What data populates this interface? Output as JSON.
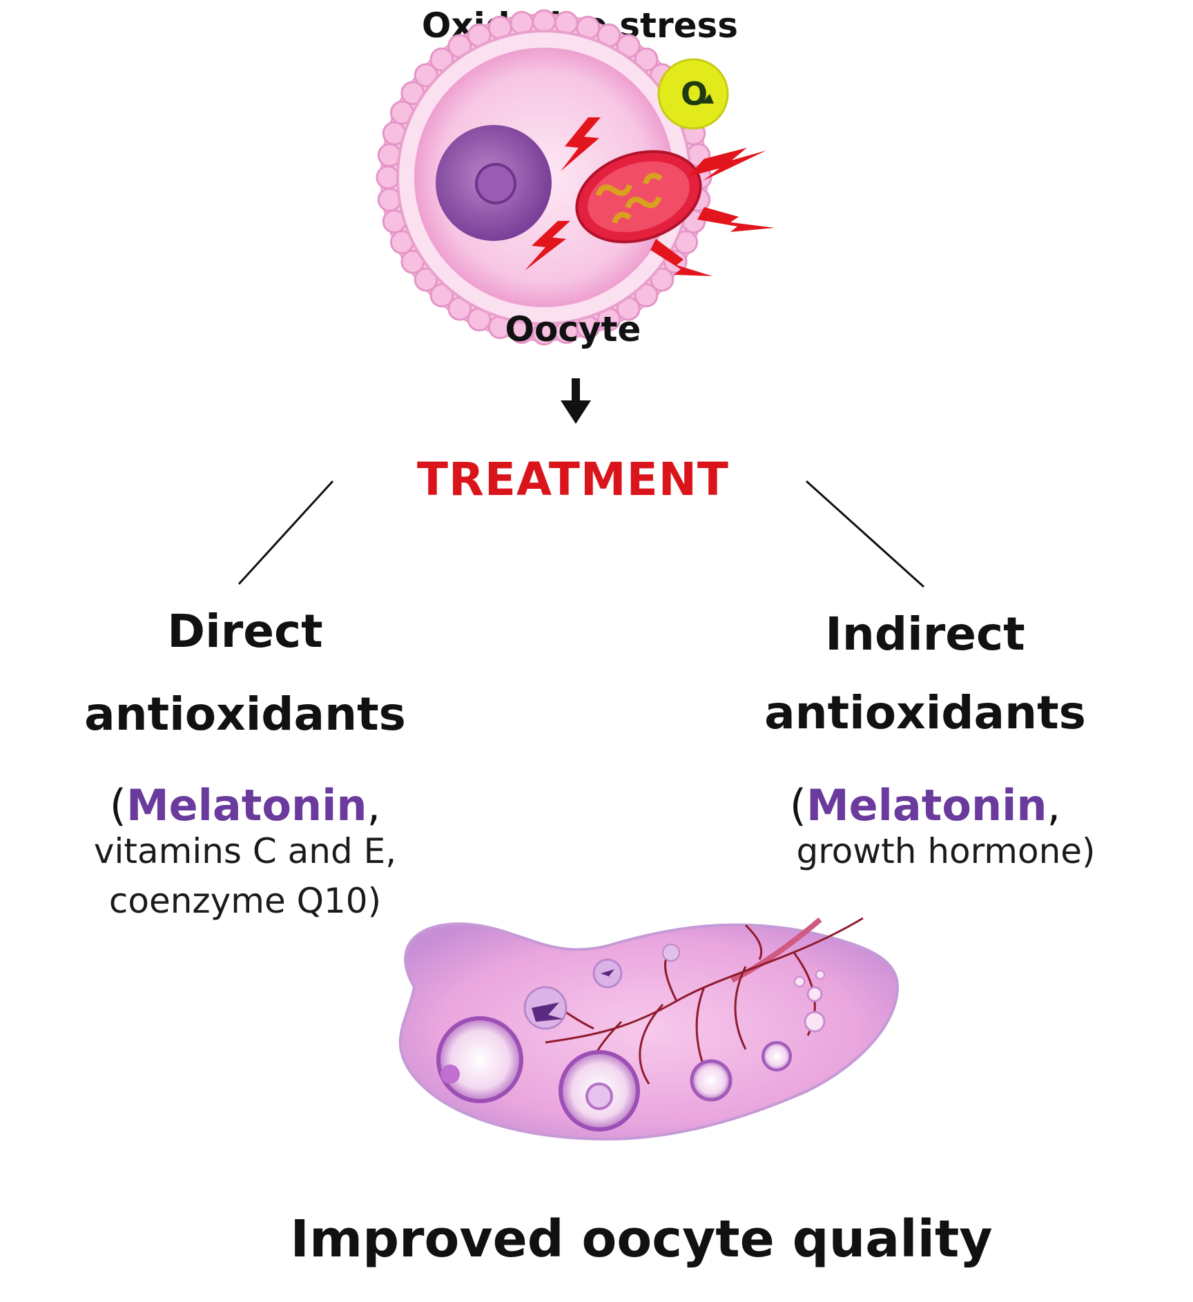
{
  "top_label": "Oxidative stress",
  "radical_symbol": "O",
  "oocyte_label": "Oocyte",
  "treatment_label": "TREATMENT",
  "left": {
    "heading_line1": "Direct",
    "heading_line2": "antioxidants",
    "paren_open": "(",
    "highlight": "Melatonin",
    "comma": ",",
    "line2": "vitamins C and E,",
    "line3": "coenzyme Q10)"
  },
  "right": {
    "heading_line1": "Indirect",
    "heading_line2": "antioxidants",
    "paren_open": "(",
    "highlight": "Melatonin",
    "comma": ",",
    "line2": "growth hormone)"
  },
  "bottom_label": "Improved oocyte quality",
  "colors": {
    "treatment": "#d9141b",
    "melatonin": "#6a3a9c",
    "lightning": "#e2151c",
    "radical_badge": "#e2ea1c"
  }
}
